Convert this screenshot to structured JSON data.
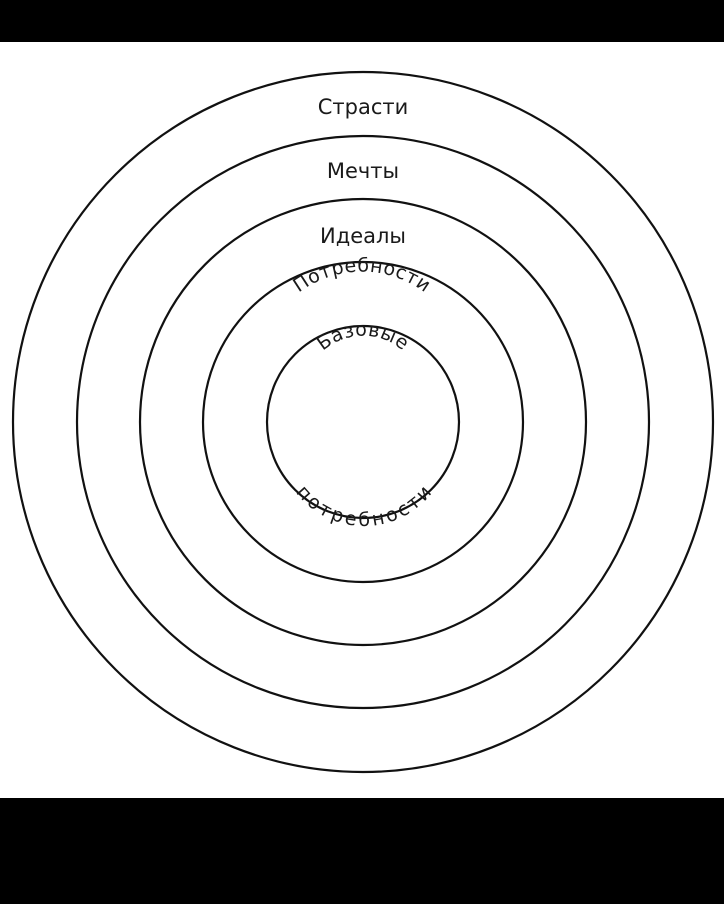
{
  "colors": {
    "background": "#000000",
    "panel": "#ffffff",
    "stroke": "#111111",
    "text": "#1a1a1a"
  },
  "diagram": {
    "rings": [
      {
        "label": "Страсти"
      },
      {
        "label": "Мечты"
      },
      {
        "label": "Идеалы"
      },
      {
        "label": "Потребности"
      },
      {
        "label_top": "Базовые",
        "label_bottom": "потребности"
      }
    ]
  }
}
